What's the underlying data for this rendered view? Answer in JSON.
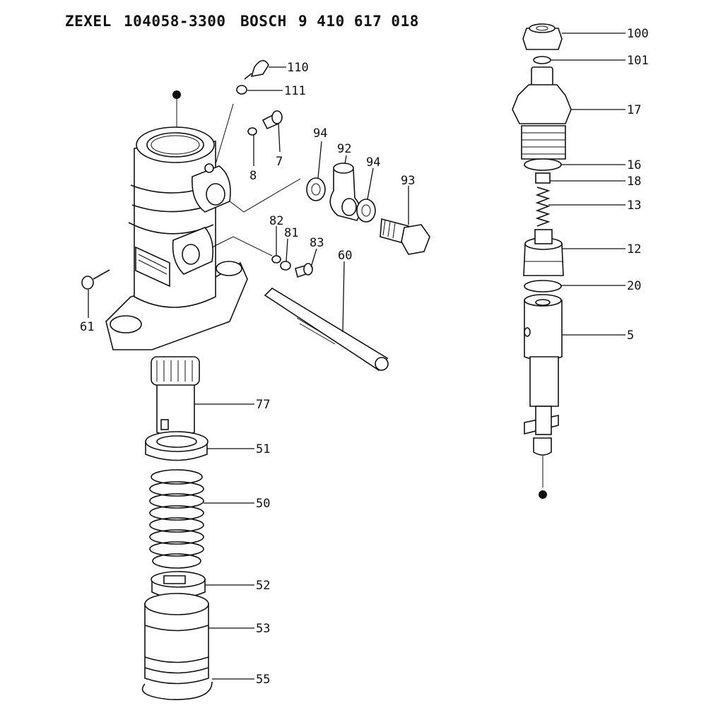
{
  "header": {
    "brand1": "ZEXEL",
    "part_no1": "104058-3300",
    "brand2": "BOSCH",
    "part_no2": "9 410 617 018"
  },
  "labels": {
    "l110": "110",
    "l111": "111",
    "l7": "7",
    "l8": "8",
    "l94a": "94",
    "l92": "92",
    "l94b": "94",
    "l93": "93",
    "l82": "82",
    "l81": "81",
    "l83": "83",
    "l60": "60",
    "l61": "61",
    "l77": "77",
    "l51": "51",
    "l50": "50",
    "l52": "52",
    "l53": "53",
    "l55": "55",
    "l100": "100",
    "l101": "101",
    "l17": "17",
    "l16": "16",
    "l18": "18",
    "l13": "13",
    "l12": "12",
    "l20": "20",
    "l5": "5"
  }
}
